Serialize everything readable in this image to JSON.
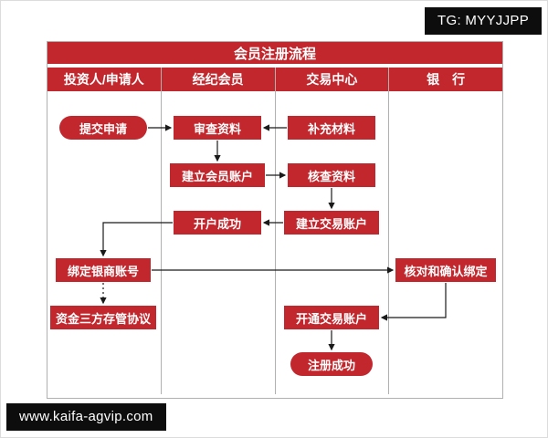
{
  "watermarks": {
    "tg": "TG: MYYJJPP",
    "site": "www.kaifa-agvip.com"
  },
  "title": "会员注册流程",
  "columns": [
    "投资人/申请人",
    "经纪会员",
    "交易中心",
    "银　行"
  ],
  "nodes": {
    "submit": "提交申请",
    "review": "审查资料",
    "supplement": "补充材料",
    "create_member_account": "建立会员账户",
    "verify": "核查资料",
    "open_success": "开户成功",
    "create_trade_account": "建立交易账户",
    "bind_bank_account": "绑定银商账号",
    "check_confirm_bind": "核对和确认绑定",
    "tripartite_agreement": "资金三方存管协议",
    "open_trade_account": "开通交易账户",
    "register_success": "注册成功"
  },
  "edges": [
    {
      "from": "submit",
      "to": "review",
      "style": "solid"
    },
    {
      "from": "supplement",
      "to": "review",
      "style": "solid"
    },
    {
      "from": "review",
      "to": "create_member_account",
      "style": "solid"
    },
    {
      "from": "create_member_account",
      "to": "verify",
      "style": "solid"
    },
    {
      "from": "verify",
      "to": "create_trade_account",
      "style": "solid"
    },
    {
      "from": "create_trade_account",
      "to": "open_success",
      "style": "solid"
    },
    {
      "from": "open_success",
      "to": "bind_bank_account",
      "style": "solid"
    },
    {
      "from": "bind_bank_account",
      "to": "check_confirm_bind",
      "style": "solid"
    },
    {
      "from": "bind_bank_account",
      "to": "tripartite_agreement",
      "style": "dashed"
    },
    {
      "from": "check_confirm_bind",
      "to": "open_trade_account",
      "style": "solid"
    },
    {
      "from": "open_trade_account",
      "to": "register_success",
      "style": "solid"
    }
  ],
  "colors": {
    "red": "#c1272d",
    "badge_bg": "#0d0d0d",
    "border": "#b0b0b0",
    "arrow": "#1a1a1a"
  }
}
